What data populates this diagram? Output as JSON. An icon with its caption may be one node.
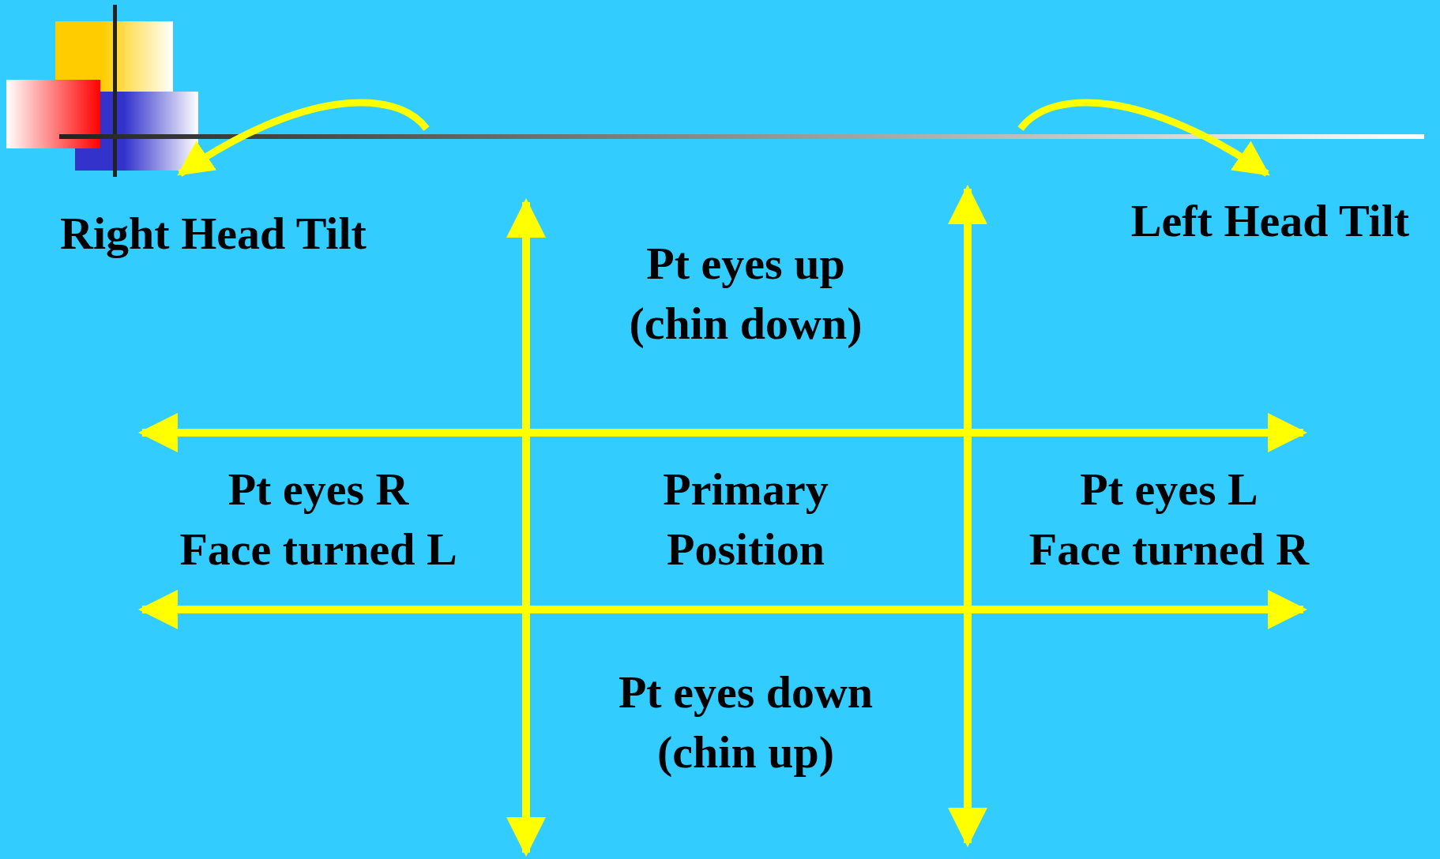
{
  "diagram": {
    "labels": [
      "Right Head Tilt",
      "Left Head Tilt",
      "Pt eyes up (chin down)",
      "Pt eyes R Face turned L",
      "Primary Position",
      "Pt eyes L Face turned R",
      "Pt eyes down (chin up)"
    ]
  }
}
